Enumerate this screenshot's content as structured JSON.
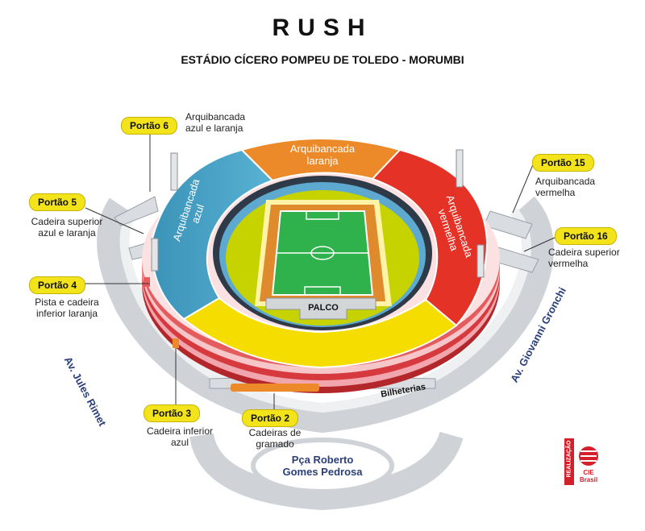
{
  "header": {
    "title": "RUSH",
    "subtitle": "ESTÁDIO CÍCERO POMPEU DE TOLEDO - MORUMBI"
  },
  "gates": {
    "g6": "Portão 6",
    "g5": "Portão 5",
    "g4": "Portão 4",
    "g3": "Portão 3",
    "g2": "Portão 2",
    "g15": "Portão 15",
    "g16": "Portão 16"
  },
  "gate_labels": {
    "g6": [
      "Arquibancada",
      "azul e laranja"
    ],
    "g5": [
      "Cadeira superior",
      "azul e laranja"
    ],
    "g4": [
      "Pista e cadeira",
      "inferior laranja"
    ],
    "g3": [
      "Cadeira inferior",
      "azul"
    ],
    "g2": [
      "Cadeiras de",
      "gramado"
    ],
    "g15": [
      "Arquibancada",
      "vermelha"
    ],
    "g16": [
      "Cadeira superior",
      "vermelha"
    ]
  },
  "sections": {
    "orange": [
      "Arquibancada",
      "laranja"
    ],
    "blue": [
      "Arquibancada",
      "azul"
    ],
    "red": [
      "Arquibancada",
      "vermelha"
    ],
    "stage": "PALCO",
    "ticket": "Bilheterias"
  },
  "streets": {
    "left": "Av. Jules Rimet",
    "right": "Av. Giovanni Gronchi",
    "plaza": [
      "Pça Roberto",
      "Gomes Pedrosa"
    ]
  },
  "logo": {
    "side_text": "REALIZAÇÃO",
    "brand": [
      "CIE",
      "Brasil"
    ]
  },
  "colors": {
    "blue": "#4aa3c6",
    "orange": "#ec8a2a",
    "red": "#e53227",
    "yellow": "#f6dd00",
    "field": "#2fb14b",
    "track": "#e08a2e",
    "gate_tag": "#f2e31a",
    "street": "#2a3f7a"
  }
}
